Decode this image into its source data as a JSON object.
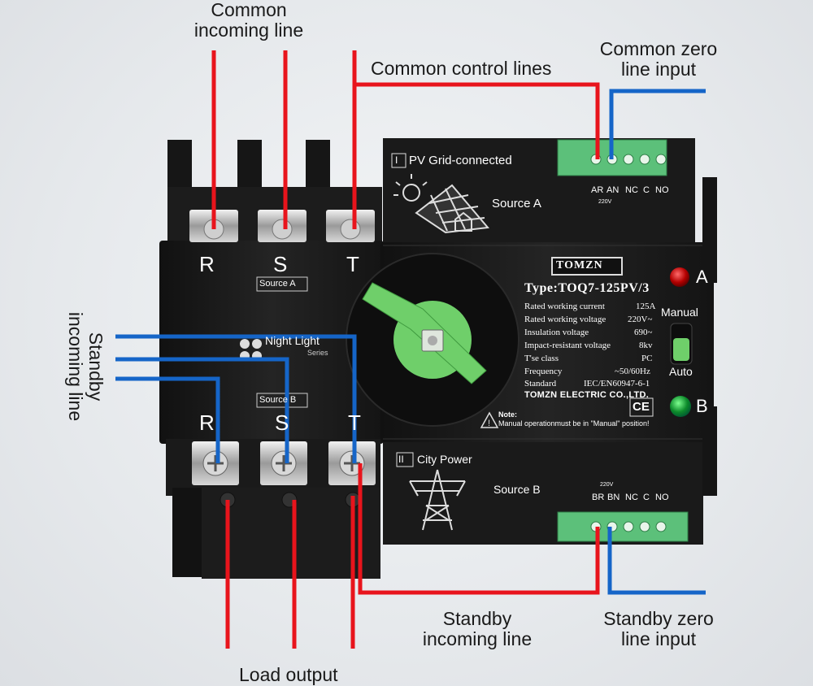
{
  "callouts": {
    "common_incoming_line": [
      "Common",
      "incoming line"
    ],
    "common_control_lines": "Common control lines",
    "common_zero_line_input": [
      "Common zero",
      "line input"
    ],
    "standby_incoming_line_left": [
      "Standby",
      "incoming line"
    ],
    "standby_incoming_line_bottom": [
      "Standby",
      "incoming line"
    ],
    "standby_zero_line_input": [
      "Standby zero",
      "line input"
    ],
    "load_output": "Load output"
  },
  "device": {
    "brand": "TOMZN",
    "type": "Type:TOQ7-125PV/3",
    "specs": [
      {
        "label": "Rated working current",
        "value": "125A"
      },
      {
        "label": "Rated working voltage",
        "value": "220V~"
      },
      {
        "label": "Insulation voltage",
        "value": "690~"
      },
      {
        "label": "Impact-resistant voltage",
        "value": "8kv"
      },
      {
        "label": "T'se class",
        "value": "PC"
      },
      {
        "label": "Frequency",
        "value": "~50/60Hz"
      },
      {
        "label": "Standard",
        "value": "IEC/EN60947-6-1"
      }
    ],
    "maker": "TOMZN ELECTRIC CO.,LTD.",
    "note_title": "Note:",
    "note_text": "Manual operationmust be in \"Manual\" position!",
    "indicator_a": "A",
    "indicator_b": "B",
    "mode_manual": "Manual",
    "mode_auto": "Auto",
    "source_a_header": "PV Grid-connected",
    "source_a_numeral": "I",
    "source_a_label": "Source A",
    "source_b_header": "City Power",
    "source_b_numeral": "II",
    "source_b_label": "Source B",
    "terminals_top": [
      "AR",
      "AN",
      "NC",
      "C",
      "NO"
    ],
    "terminals_top_voltage": "220V",
    "terminals_bottom": [
      "BR",
      "BN",
      "NC",
      "C",
      "NO"
    ],
    "terminals_bottom_voltage": "220V",
    "phases_top": [
      "R",
      "S",
      "T"
    ],
    "phases_bottom": [
      "R",
      "S",
      "T"
    ],
    "breaker_source_a": "Source A",
    "breaker_source_b": "Source B",
    "series_name": "Night Light",
    "series_sub": "Series",
    "ce_mark": "CE"
  },
  "colors": {
    "line_live": "#e8141c",
    "line_zero": "#1565c8",
    "device_body": "#1b1b1b",
    "knob": "#6fcf6a",
    "terminal_block": "#5cc07a",
    "indicator_red": "#b40000",
    "indicator_green": "#0c8a2a"
  }
}
